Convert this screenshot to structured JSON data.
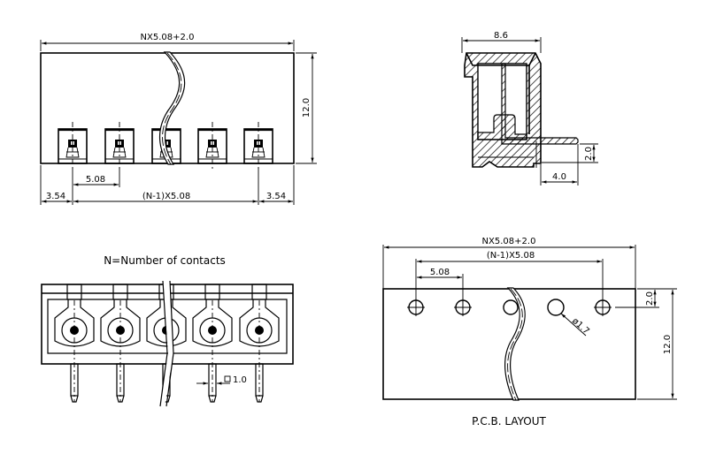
{
  "drawing": {
    "front_view": {
      "overall_width": "NX5.08+2.0",
      "height": "12.0",
      "pitch": "5.08",
      "left_margin": "3.54",
      "span": "(N-1)X5.08",
      "right_margin": "3.54",
      "contacts_shown": 5
    },
    "side_view": {
      "depth": "8.6",
      "pin_offset_vertical": "2.0",
      "pin_extension": "4.0"
    },
    "bottom_view": {
      "note": "N=Number of contacts",
      "pin_size": "1.0",
      "contacts_shown": 5
    },
    "pcb_layout": {
      "title": "P.C.B. LAYOUT",
      "overall_width": "NX5.08+2.0",
      "span": "(N-1)X5.08",
      "pitch": "5.08",
      "hole_diameter": "ø1.7",
      "hole_offset": "2.0",
      "height": "12.0",
      "holes_shown": 5
    }
  }
}
